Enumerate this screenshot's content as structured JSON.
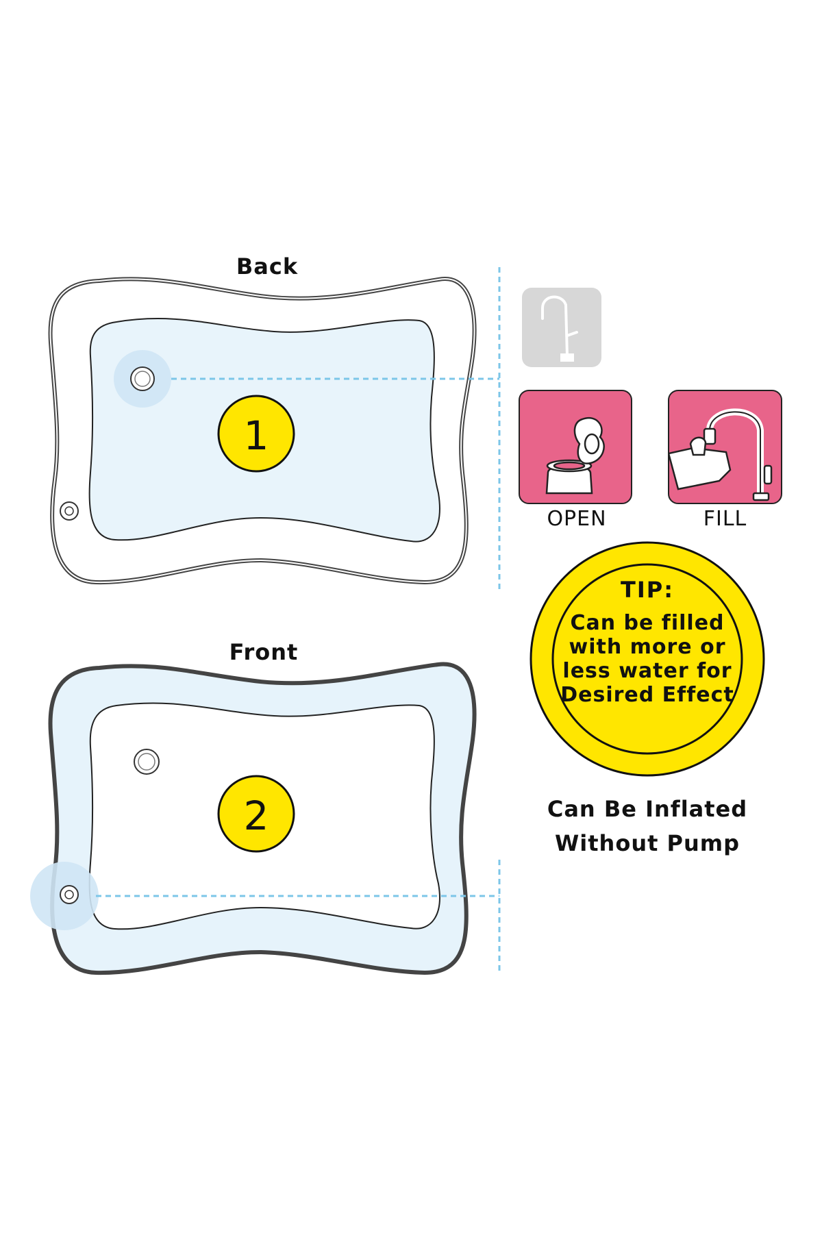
{
  "back": {
    "title": "Back",
    "step": "1"
  },
  "front": {
    "title": "Front",
    "step": "2"
  },
  "steps": {
    "open_label": "OPEN",
    "fill_label": "FILL"
  },
  "tip": {
    "heading": "TIP:",
    "lines": [
      "Can be filled",
      "with more or",
      "less water for",
      "Desired Effect"
    ]
  },
  "inflate_note": {
    "line1": "Can Be Inflated",
    "line2": "Without Pump"
  },
  "colors": {
    "yellow": "#FFE600",
    "pink": "#E8648A",
    "light_blue": "#E6F3FB",
    "dashed_blue": "#7CC6E8",
    "gray_tile": "#D7D7D7"
  },
  "icons": [
    "faucet-icon",
    "bottle-cap-icon",
    "faucet-filling-icon"
  ]
}
